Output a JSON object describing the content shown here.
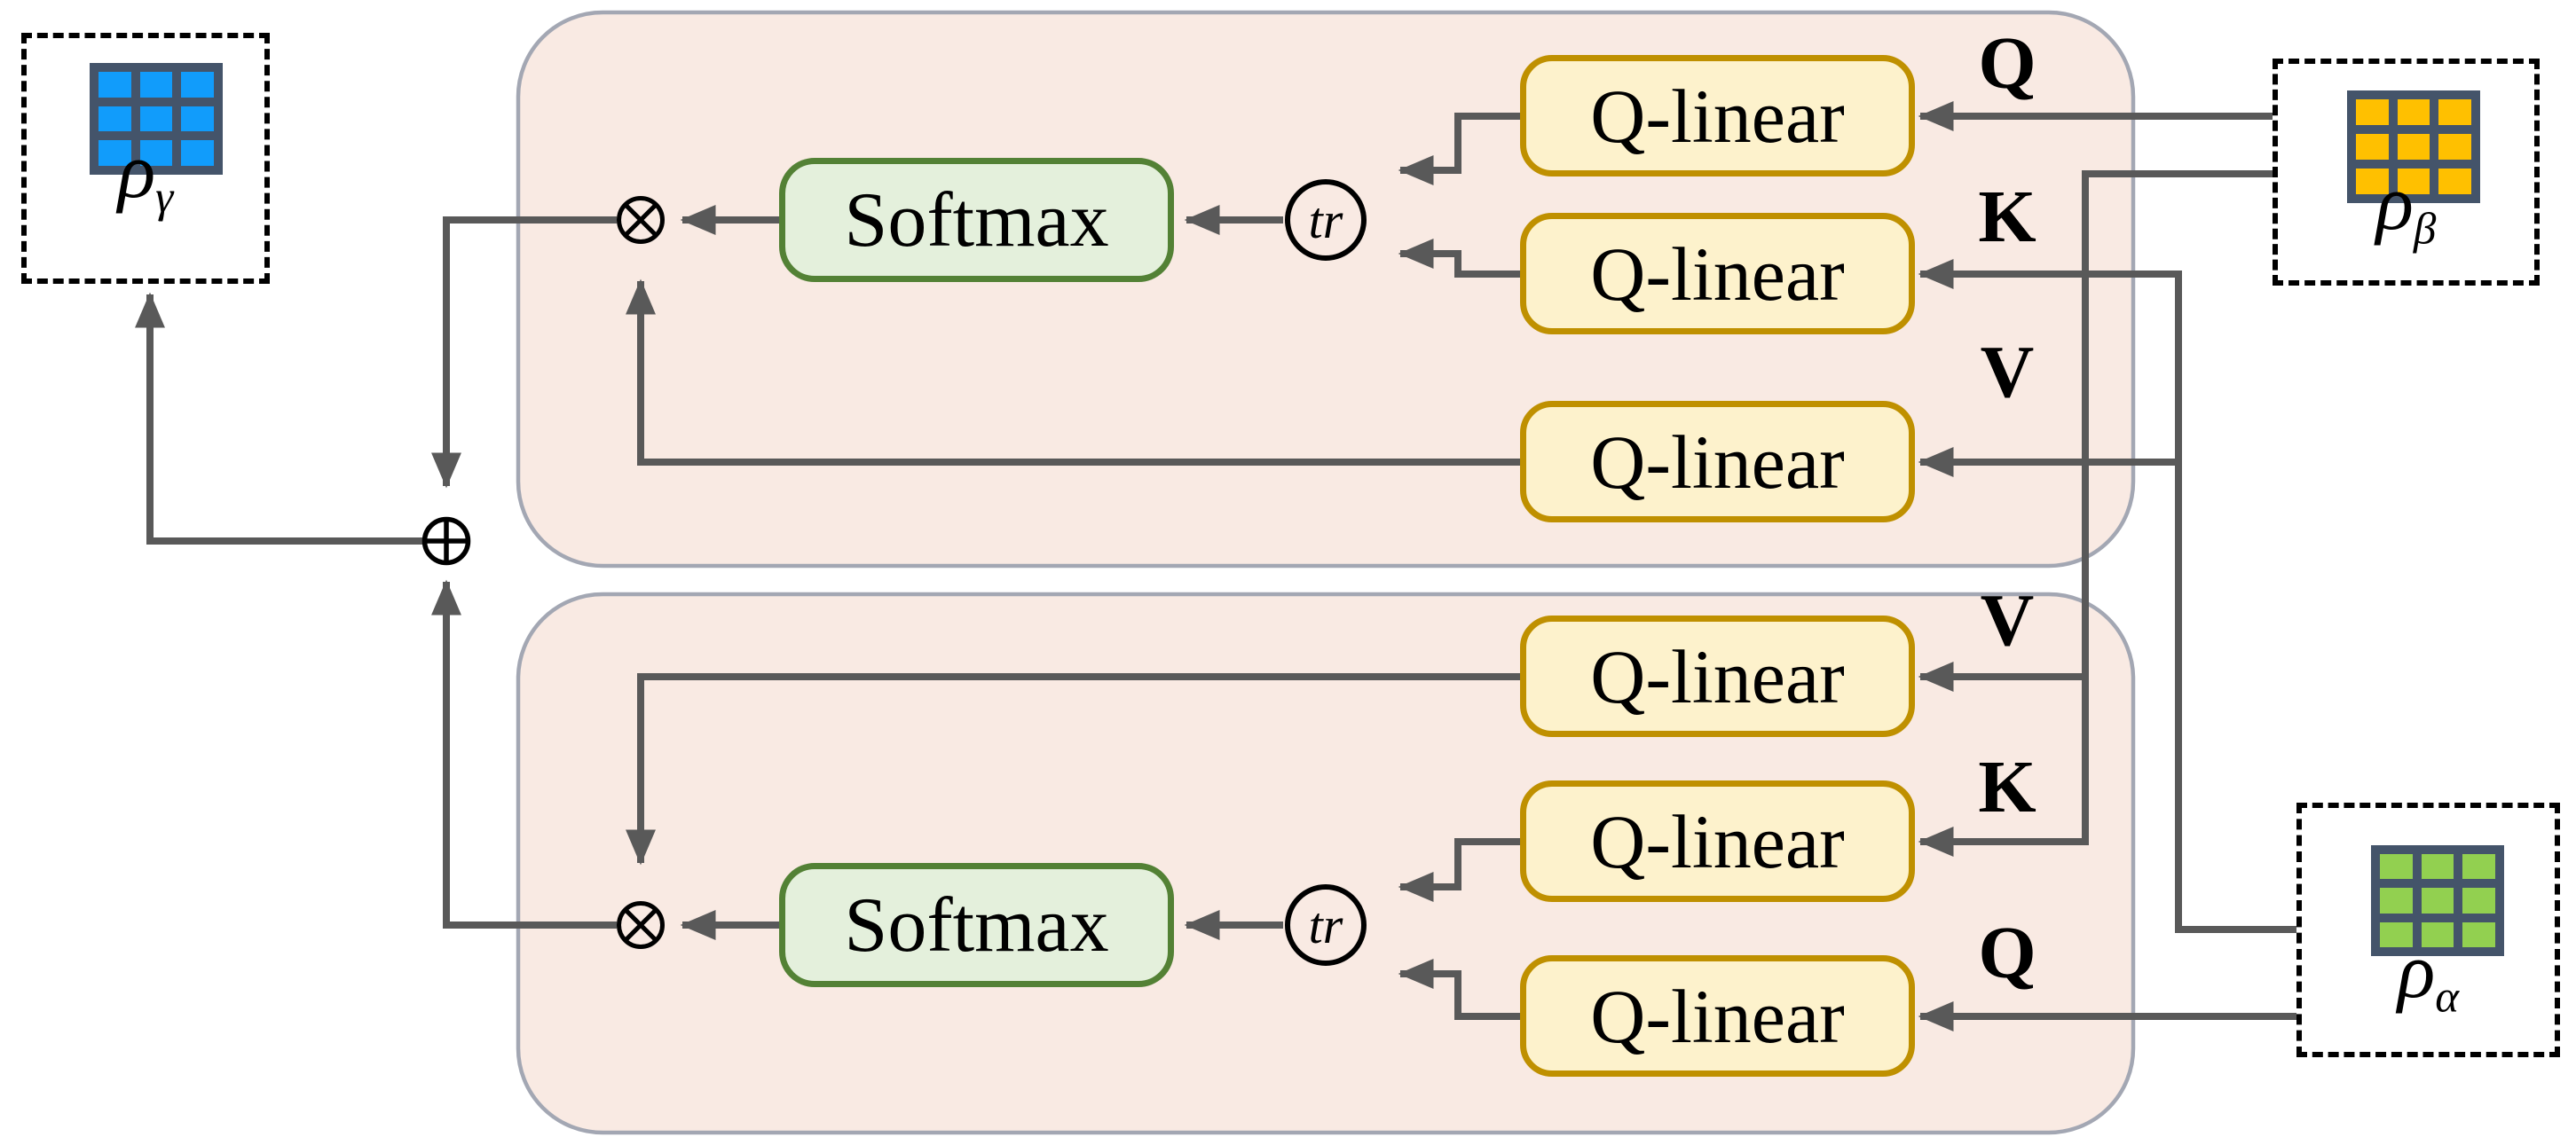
{
  "matrices": {
    "gamma": {
      "symbol": "ρ",
      "subscript": "γ",
      "rows": 3,
      "cols": 3,
      "cell_color": "#119CFB"
    },
    "beta": {
      "symbol": "ρ",
      "subscript": "β",
      "rows": 3,
      "cols": 3,
      "cell_color": "#FFC000"
    },
    "alpha": {
      "symbol": "ρ",
      "subscript": "α",
      "rows": 3,
      "cols": 3,
      "cell_color": "#92D050"
    }
  },
  "panels": {
    "top": {
      "inputs": [
        {
          "port": "Q",
          "block": "Q-linear"
        },
        {
          "port": "K",
          "block": "Q-linear"
        },
        {
          "port": "V",
          "block": "Q-linear"
        }
      ],
      "softmax": "Softmax",
      "trace": "tr"
    },
    "bottom": {
      "inputs": [
        {
          "port": "V",
          "block": "Q-linear"
        },
        {
          "port": "K",
          "block": "Q-linear"
        },
        {
          "port": "Q",
          "block": "Q-linear"
        }
      ],
      "softmax": "Softmax",
      "trace": "tr"
    }
  },
  "operators": {
    "multiply": "⊗",
    "add": "⊕",
    "trace": "tr"
  },
  "colors": {
    "panel_fill": "#F9EAE3",
    "panel_border": "#A3A7B3",
    "qlinear_fill": "#FDF2CC",
    "qlinear_border": "#BF9000",
    "softmax_fill": "#E4F0DC",
    "softmax_border": "#538135",
    "connector": "#595959",
    "symbol_stroke": "#000000",
    "matrix_frame": "#44546A",
    "dashed_border": "#000000"
  }
}
